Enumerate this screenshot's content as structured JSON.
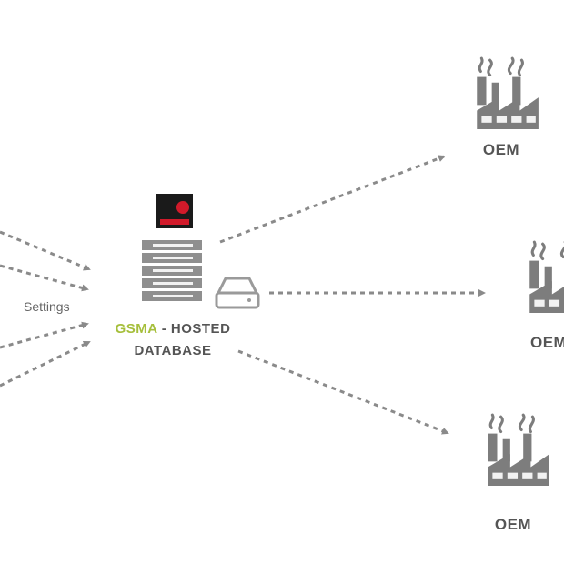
{
  "hub": {
    "brand": "GSMA",
    "separator": " - ",
    "line1_rest": "HOSTED",
    "line2": "DATABASE"
  },
  "settings_label": "Settings",
  "oem_nodes": [
    {
      "label": "OEM"
    },
    {
      "label": "OEM"
    },
    {
      "label": "OEM"
    }
  ],
  "colors": {
    "gsma_green": "#a6bf3c",
    "logo_background": "#1a1a1a",
    "logo_accent": "#d11a2a",
    "arrow": "#8a8a8a",
    "icon_gray": "#7d7d7d",
    "text_gray": "#555555"
  },
  "icons": {
    "logo": "gsma-logo-icon",
    "server": "server-rack-icon",
    "storage": "hard-drive-icon",
    "factory": "factory-icon"
  }
}
